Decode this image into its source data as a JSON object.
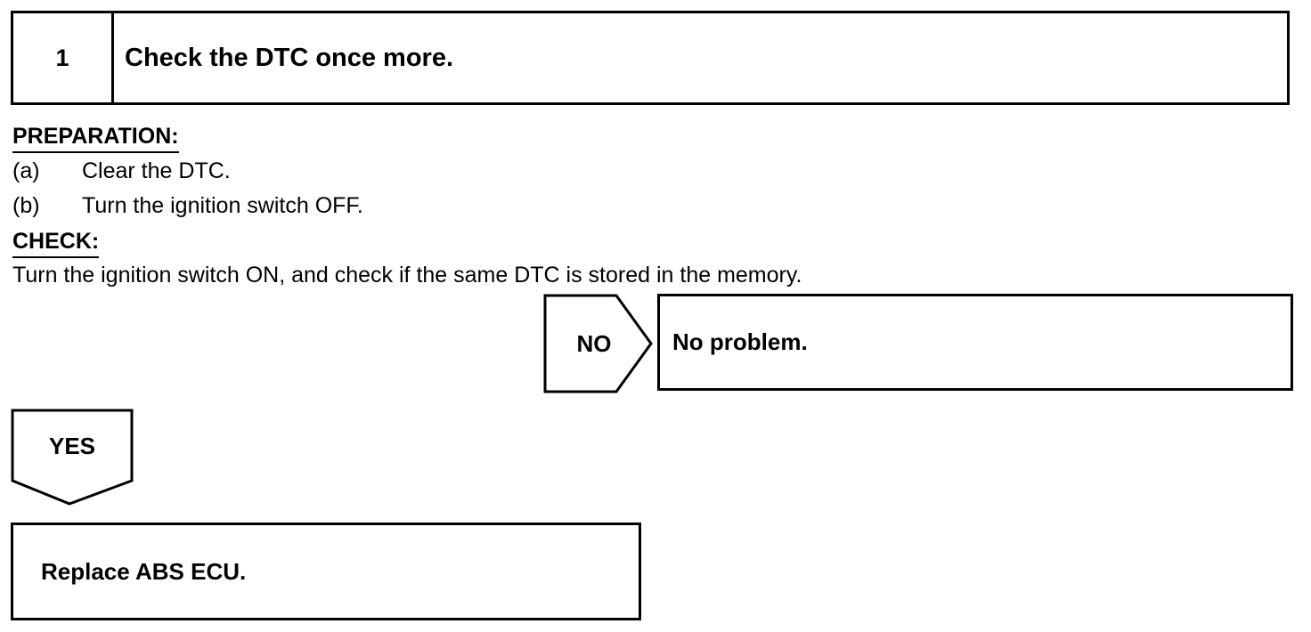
{
  "step": {
    "number": "1",
    "title": "Check the DTC once more."
  },
  "preparation": {
    "heading": "PREPARATION:",
    "items": [
      {
        "marker": "(a)",
        "text": "Clear the DTC."
      },
      {
        "marker": "(b)",
        "text": "Turn the ignition switch OFF."
      }
    ]
  },
  "check": {
    "heading": "CHECK:",
    "text": "Turn the ignition switch ON, and check if the same DTC is stored in the memory."
  },
  "branch_no": {
    "label": "NO",
    "result": "No problem."
  },
  "branch_yes": {
    "label": "YES",
    "result": "Replace ABS ECU."
  }
}
